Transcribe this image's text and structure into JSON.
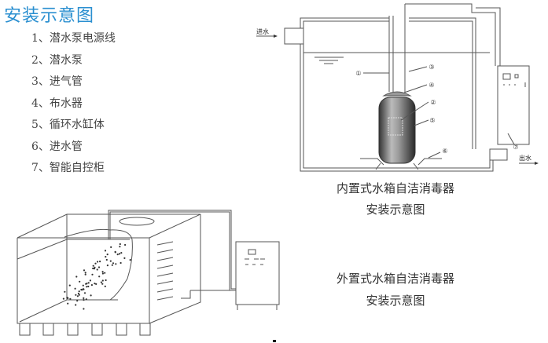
{
  "title": "安装示意图",
  "legend": [
    "1、潜水泵电源线",
    "2、潜水泵",
    "3、进气管",
    "4、布水器",
    "5、循环水缸体",
    "6、进水管",
    "7、智能自控柜"
  ],
  "internal_diagram": {
    "inlet_label": "进水",
    "outlet_label": "出水",
    "markers": [
      "①",
      "②",
      "③",
      "④",
      "⑤",
      "⑥",
      "⑦"
    ],
    "caption_line1": "内置式水箱自洁消毒器",
    "caption_line2": "安装示意图"
  },
  "external_diagram": {
    "caption_line1": "外置式水箱自洁消毒器",
    "caption_line2": "安装示意图"
  },
  "colors": {
    "title": "#2a8fd0",
    "text": "#444444",
    "line": "#555555"
  }
}
